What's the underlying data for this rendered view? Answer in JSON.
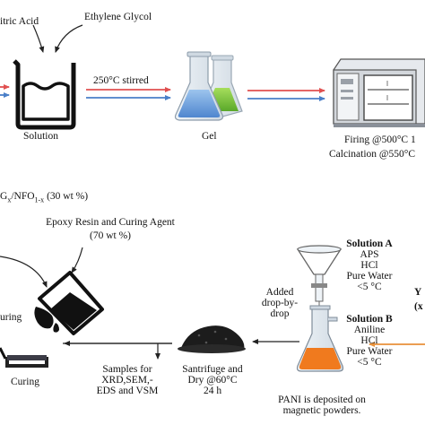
{
  "colors": {
    "arrow_dark": "#222222",
    "arrow_red": "#e05050",
    "arrow_blue": "#4a7fc8",
    "arrow_orange": "#e8913a",
    "solution_fill": "#ffffff",
    "gel_blue": "#6aa0dc",
    "gel_green": "#7cc63a",
    "furnace_gray": "#c8ccd2",
    "pani_orange": "#f07a1e",
    "black_resin": "#111111"
  },
  "top_row": {
    "nitric_acid": "itric Acid",
    "ethylene_glycol": "Ethylene Glycol",
    "solution": "Solution",
    "stirred": "250°C stirred",
    "gel": "Gel",
    "firing": "Firing @500°C 1",
    "calcination": "Calcination @550°C"
  },
  "bottom_row": {
    "composite_title_main": "G",
    "composite_title_sub1": "x",
    "composite_title_mid": "/NFO",
    "composite_title_sub2": "1-x",
    "composite_title_tail": " (30 wt %)",
    "epoxy_line1": "Epoxy Resin and Curing Agent",
    "epoxy_line2": "(70 wt %)",
    "uring": "uring",
    "curing": "Curing",
    "samples": [
      "Samples for",
      "XRD,SEM,-",
      "EDS and VSM"
    ],
    "santrifuge": [
      "Santrifuge and",
      "Dry @60°C",
      "24 h"
    ],
    "pani": [
      "PANI is deposited on",
      "magnetic powders."
    ],
    "added": [
      "Added",
      "drop-by-",
      "drop"
    ],
    "solution_a_title": "Solution A",
    "solution_a_items": [
      "APS",
      "HCl",
      "Pure Water",
      "<5 °C"
    ],
    "solution_b_title": "Solution B",
    "solution_b_items": [
      "Aniline",
      "HCl",
      "Pure Water",
      "<5 °C"
    ],
    "right_y": "Y",
    "right_x": "(x"
  }
}
